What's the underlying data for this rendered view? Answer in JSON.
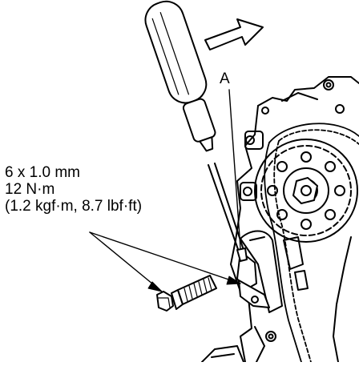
{
  "callout_label": "A",
  "bolt_spec": {
    "size": "6 x 1.0 mm",
    "torque_nm": "12 N·m",
    "torque_alt": "(1.2 kgf·m, 8.7 lbf·ft)"
  },
  "components": [
    "screwdriver-handle",
    "screwdriver-shaft",
    "direction-arrow",
    "bolt",
    "camshaft-sprocket",
    "timing-chain",
    "chain-tensioner",
    "engine-block"
  ],
  "colors": {
    "line": "#000000",
    "background": "#ffffff"
  }
}
